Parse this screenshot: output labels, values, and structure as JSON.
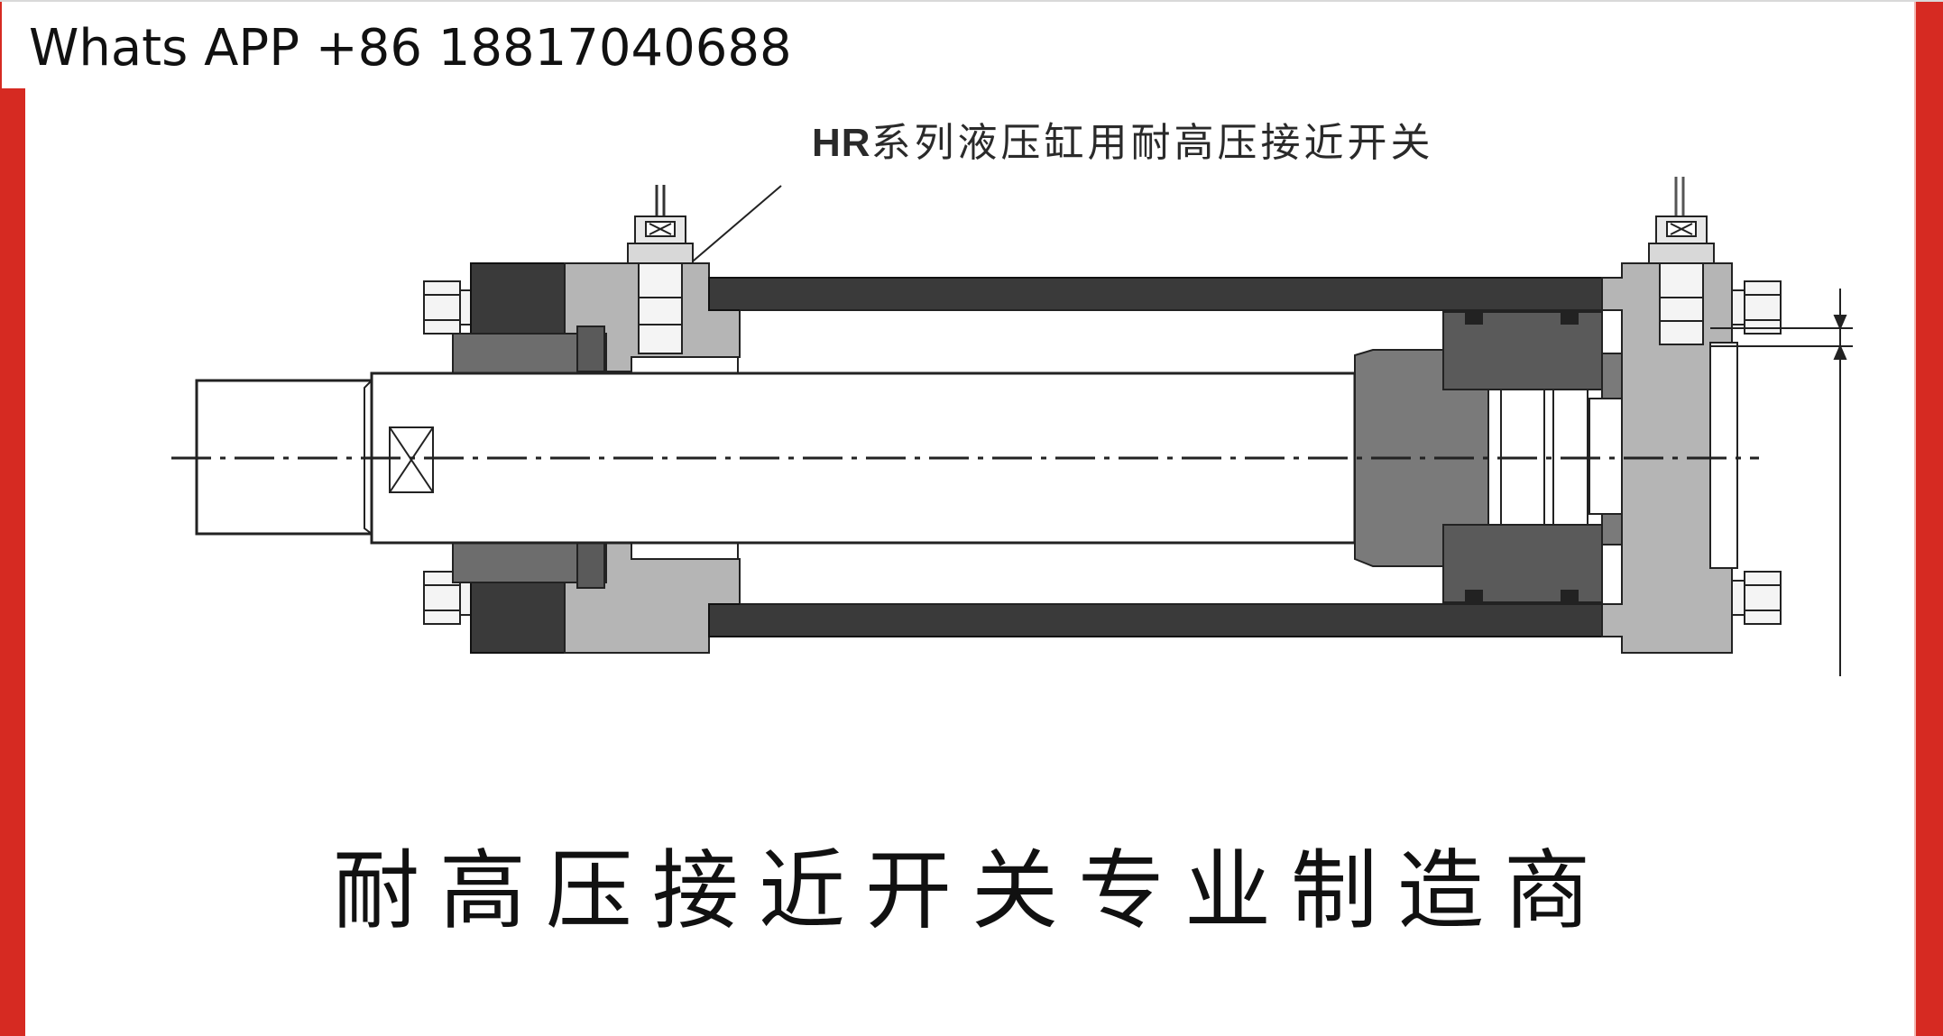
{
  "contact": {
    "text": "Whats APP +86 18817040688"
  },
  "diagram": {
    "title_prefix": "HR",
    "title_rest": "系列液压缸用耐高压接近开关"
  },
  "banner": {
    "text": "耐高压接近开关专业制造商"
  },
  "colors": {
    "accent_red": "#d62a22",
    "dark_part": "#3a3a3a",
    "mid_part": "#7a7a7a",
    "light_part": "#b5b5b5",
    "outline": "#222222"
  }
}
